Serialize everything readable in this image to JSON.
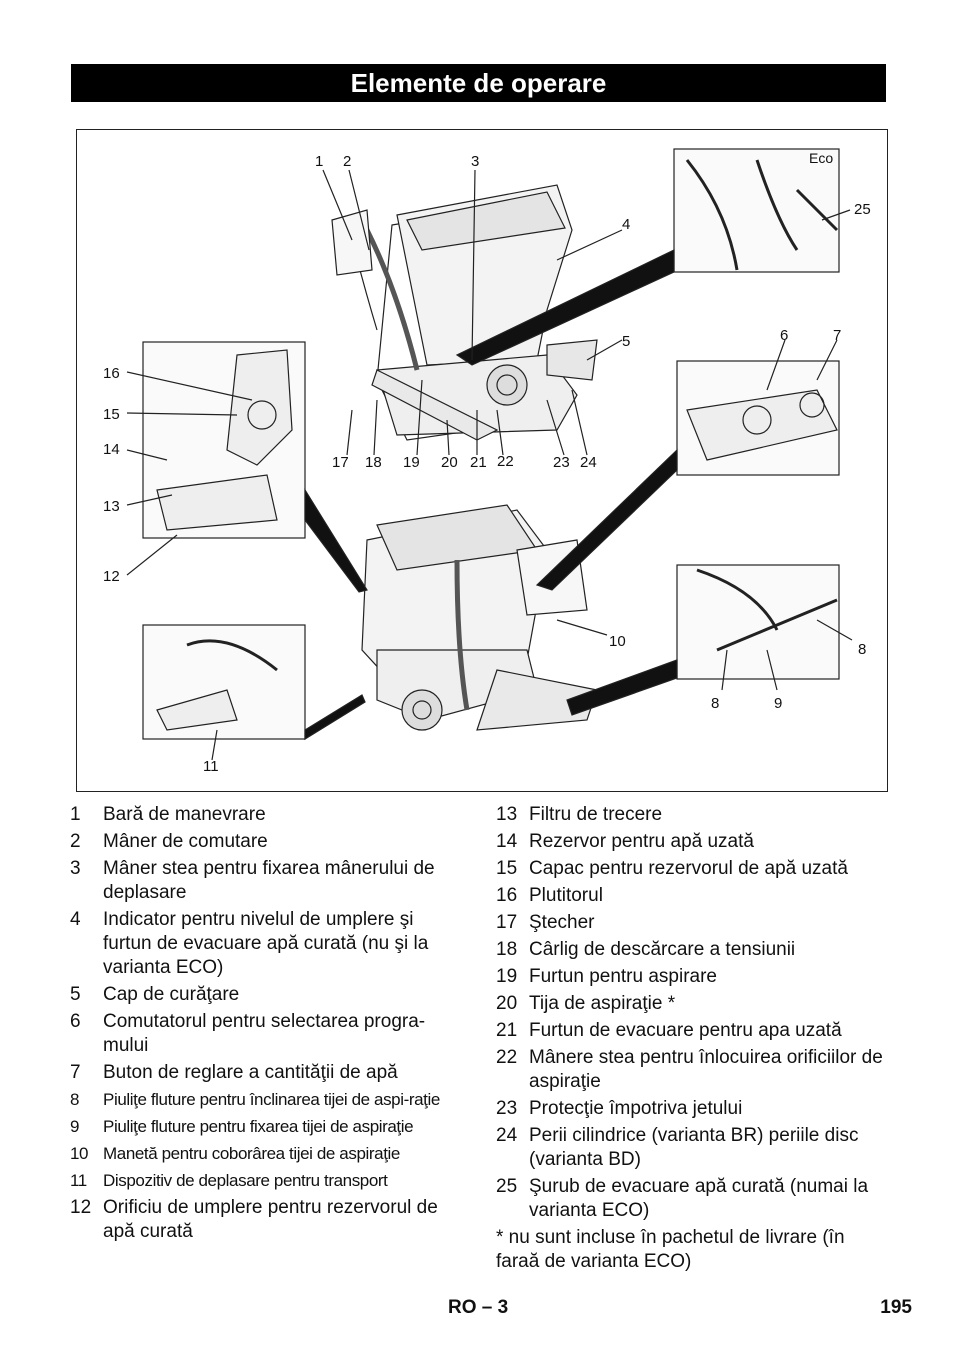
{
  "header": {
    "title": "Elemente de operare"
  },
  "figure": {
    "callouts": [
      "1",
      "2",
      "3",
      "4",
      "5",
      "6",
      "7",
      "8",
      "8",
      "9",
      "10",
      "11",
      "12",
      "13",
      "14",
      "15",
      "16",
      "17",
      "18",
      "19",
      "20",
      "21",
      "22",
      "23",
      "24",
      "25"
    ],
    "eco_label": "Eco"
  },
  "legend_left": [
    {
      "num": "1",
      "text": "Bară de manevrare"
    },
    {
      "num": "2",
      "text": "Mâner de comutare"
    },
    {
      "num": "3",
      "text": "Mâner stea pentru fixarea mânerului de deplasare"
    },
    {
      "num": "4",
      "text": "Indicator pentru nivelul de umplere şi furtun de evacuare apă curată (nu şi la varianta ECO)"
    },
    {
      "num": "5",
      "text": "Cap de curăţare"
    },
    {
      "num": "6",
      "text": "Comutatorul pentru selectarea progra-mului"
    },
    {
      "num": "7",
      "text": "Buton de reglare a cantităţii de apă"
    },
    {
      "num": "8",
      "text": "Piuliţe fluture pentru înclinarea tijei de aspi-raţie"
    },
    {
      "num": "9",
      "text": "Piuliţe fluture pentru fixarea tijei de aspiraţie"
    },
    {
      "num": "10",
      "text": "Manetă pentru coborârea tijei de aspiraţie"
    },
    {
      "num": "11",
      "text": "Dispozitiv de deplasare pentru transport"
    },
    {
      "num": "12",
      "text": "Orificiu de umplere pentru rezervorul de apă curată"
    }
  ],
  "legend_right": [
    {
      "num": "13",
      "text": "Filtru de trecere"
    },
    {
      "num": "14",
      "text": "Rezervor pentru apă uzată"
    },
    {
      "num": "15",
      "text": "Capac pentru rezervorul de apă uzată"
    },
    {
      "num": "16",
      "text": "Plutitorul"
    },
    {
      "num": "17",
      "text": "Ştecher"
    },
    {
      "num": "18",
      "text": "Cârlig de descărcare a tensiunii"
    },
    {
      "num": "19",
      "text": "Furtun pentru aspirare"
    },
    {
      "num": "20",
      "text": "Tija de aspiraţie *"
    },
    {
      "num": "21",
      "text": "Furtun de evacuare pentru apa uzată"
    },
    {
      "num": "22",
      "text": "Mânere stea pentru înlocuirea orificiilor de aspiraţie"
    },
    {
      "num": "23",
      "text": "Protecţie împotriva jetului"
    },
    {
      "num": "24",
      "text": "Perii cilindrice (varianta BR) periile disc (varianta BD)"
    },
    {
      "num": "25",
      "text": "Şurub de evacuare apă curată (numai la varianta ECO)"
    }
  ],
  "footnote": "* nu sunt incluse în pachetul de livrare (în faraă de varianta ECO)",
  "footer": {
    "lang": "RO – 3",
    "page": "195"
  }
}
